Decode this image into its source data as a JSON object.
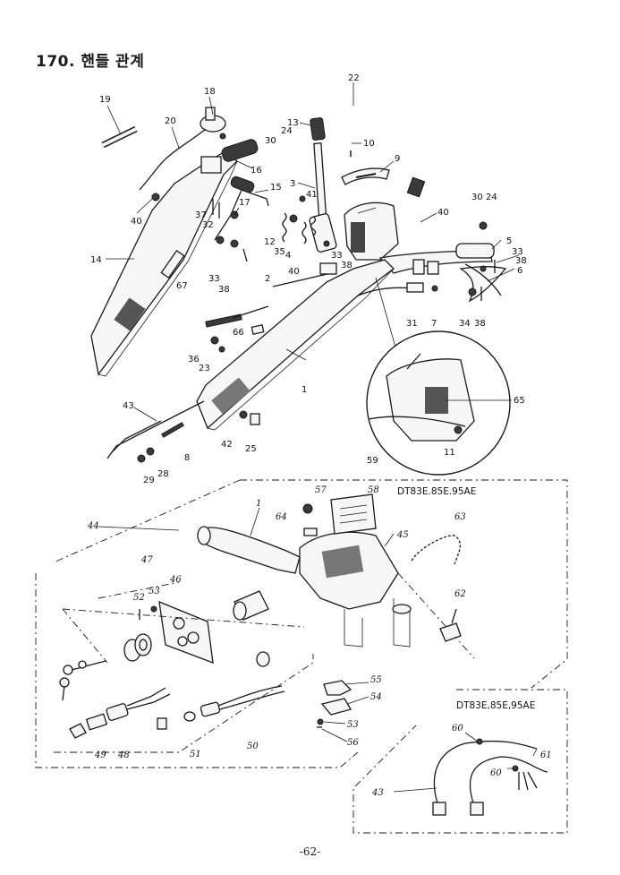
{
  "page": {
    "title": "170. 핸들 관계",
    "footer": "-62-"
  },
  "models": {
    "box_main": "DT83E.85E.95AE",
    "box_sub": "DT83E,85E,95AE"
  },
  "labels": {
    "l19": "19",
    "l18": "18",
    "l20": "20",
    "l22": "22",
    "l13": "13",
    "l10": "10",
    "l9": "9",
    "l30a": "30",
    "l24a": "24",
    "l16": "16",
    "l15": "15",
    "l17": "17",
    "l3": "3",
    "l41": "41",
    "l40a": "40",
    "l37": "37",
    "l32": "32",
    "l12": "12",
    "l35": "35",
    "l4": "4",
    "l40b": "40",
    "l30b": "30",
    "l24b": "24",
    "l5": "5",
    "l33a": "33",
    "l38a": "38",
    "l6": "6",
    "l14": "14",
    "l67": "67",
    "l33b": "33",
    "l38b": "38",
    "l40c": "40",
    "l33c": "33",
    "l38c": "38",
    "l2": "2",
    "l31": "31",
    "l7": "7",
    "l34": "34",
    "l38d": "38",
    "l66": "66",
    "l36": "36",
    "l23": "23",
    "l1": "1",
    "l65": "65",
    "l43a": "43",
    "l42": "42",
    "l25": "25",
    "l8": "8",
    "l28": "28",
    "l29": "29",
    "l59": "59",
    "l11": "11",
    "l57": "57",
    "l58": "58",
    "l1b": "1",
    "l64": "64",
    "l63": "63",
    "l44": "44",
    "l45": "45",
    "l47": "47",
    "l46": "46",
    "l52": "52",
    "l53a": "53",
    "l62": "62",
    "l55": "55",
    "l54": "54",
    "l53b": "53",
    "l56": "56",
    "l49": "49",
    "l48": "48",
    "l51": "51",
    "l50": "50",
    "l60a": "60",
    "l61": "61",
    "l60b": "60",
    "l43b": "43"
  }
}
